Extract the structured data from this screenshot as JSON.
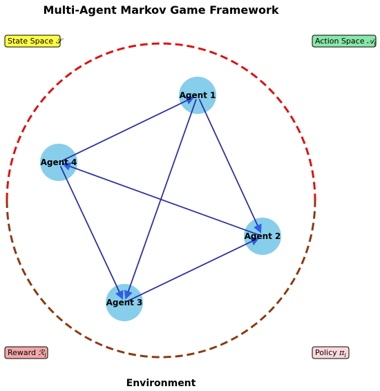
{
  "title": "Multi-Agent Markov Game Framework",
  "environment_label": "Environment",
  "colors": {
    "agent_fill": "#87ceeb",
    "edge": "#2b2fa8",
    "arrow_head": "#2f5de8",
    "circle_top": "#e01010",
    "circle_bottom": "#8b3a0f"
  },
  "corner_boxes": {
    "state_space": {
      "text": "State Space ",
      "symbol": "𝒮",
      "fill": "#ffff44"
    },
    "action_space": {
      "text": "Action Space ",
      "symbol": "𝒜",
      "sub": "i",
      "fill": "#88e8a8"
    },
    "reward": {
      "text": "Reward ",
      "symbol": "ℛ",
      "sub": "i",
      "fill": "#f2a8a8"
    },
    "policy": {
      "text": "Policy ",
      "symbol": "π",
      "sub": "i",
      "fill": "#fbd8dc"
    }
  },
  "agents": [
    {
      "id": "agent-1",
      "label": "Agent 1"
    },
    {
      "id": "agent-2",
      "label": "Agent 2"
    },
    {
      "id": "agent-3",
      "label": "Agent 3"
    },
    {
      "id": "agent-4",
      "label": "Agent 4"
    }
  ],
  "edges": [
    {
      "from": "agent-4",
      "to": "agent-1"
    },
    {
      "from": "agent-1",
      "to": "agent-2"
    },
    {
      "from": "agent-1",
      "to": "agent-3"
    },
    {
      "from": "agent-2",
      "to": "agent-4"
    },
    {
      "from": "agent-4",
      "to": "agent-3"
    },
    {
      "from": "agent-3",
      "to": "agent-2"
    }
  ]
}
